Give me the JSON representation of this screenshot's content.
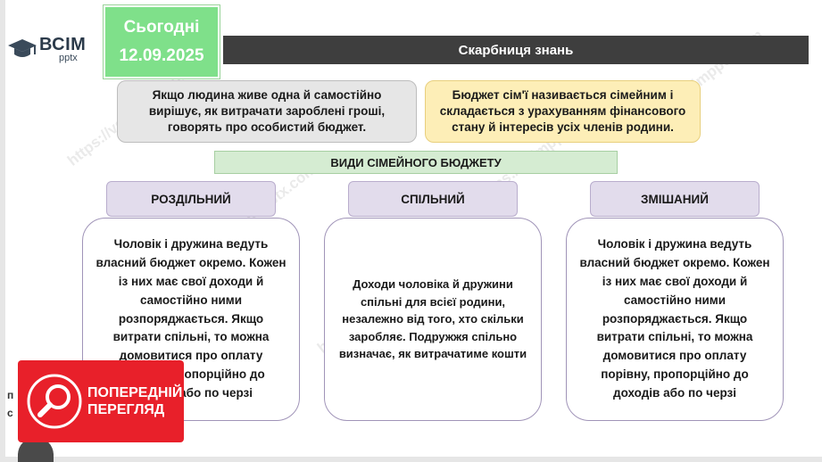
{
  "brand": {
    "logo_main": "ВСІМ",
    "logo_sub": "pptx"
  },
  "date_box": {
    "label": "Сьогодні",
    "value": "12.09.2025"
  },
  "header": {
    "title": "Скарбниця знань"
  },
  "info": {
    "left": "Якщо людина живе одна й самостійно вирішує, як витрачати зароблені гроші, говорять про особистий бюджет.",
    "right": "Бюджет сім'ї називається сімейним і складається з урахуванням фінансового стану й інтересів усіх членів родини."
  },
  "section": {
    "title": "ВИДИ СІМЕЙНОГО БЮДЖЕТУ"
  },
  "types": [
    {
      "label": "РОЗДІЛЬНИЙ",
      "text": "Чоловік і дружина ведуть власний бюджет окремо. Кожен із них має свої доходи й самостійно ними розпоряджається. Якщо витрати спільні, то можна домовитися про оплату порівну, пропорційно до доходів або по черзі"
    },
    {
      "label": "СПІЛЬНИЙ",
      "text": "Доходи чоловіка й дружини спільні для всієї родини, незалежно від того, хто скільки заробляє. Подружжя спільно визначає, як витрачатиме кошти"
    },
    {
      "label": "ЗМІШАНИЙ",
      "text": "Чоловік і дружина ведуть власний бюджет окремо. Кожен із них має свої доходи й самостійно ними розпоряджається. Якщо витрати спільні, то можна домовитися про оплату порівну, пропорційно до доходів або по черзі"
    }
  ],
  "watermark": {
    "text": "https://vsimpptx.com"
  },
  "left_stubs": {
    "line1": "п",
    "line2": "с"
  },
  "preview_badge": {
    "line1": "ПОПЕРЕДНІЙ",
    "line2": "ПЕРЕГЛЯД",
    "color": "#e8202a"
  }
}
